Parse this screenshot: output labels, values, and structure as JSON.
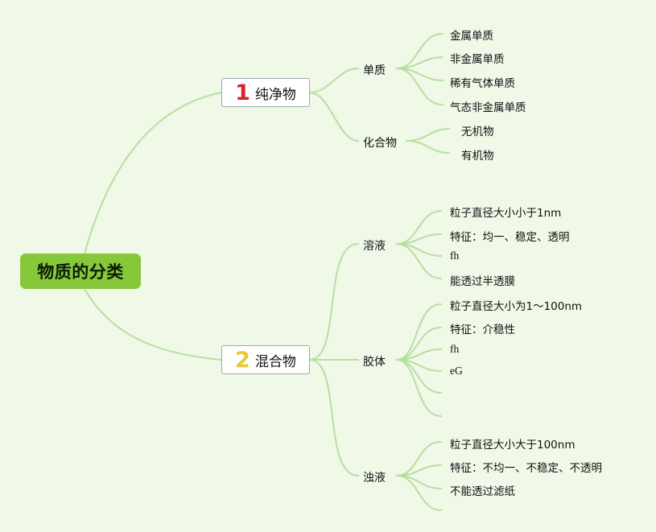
{
  "root": {
    "label": "物质的分类"
  },
  "branches": [
    {
      "number": "1",
      "label": "纯净物",
      "children": [
        {
          "label": "单质",
          "items": [
            "金属单质",
            "非金属单质",
            "稀有气体单质",
            "气态非金属单质"
          ]
        },
        {
          "label": "化合物",
          "items": [
            "无机物",
            "有机物"
          ]
        }
      ]
    },
    {
      "number": "2",
      "label": "混合物",
      "children": [
        {
          "label": "溶液",
          "items": [
            "粒子直径大小小于1nm",
            "特征：均一、稳定、透明",
            "fh",
            "能透过半透膜"
          ]
        },
        {
          "label": "胶体",
          "items": [
            "粒子直径大小为1～100nm",
            "特征：介稳性",
            "fh",
            "eG",
            "",
            ""
          ]
        },
        {
          "label": "浊液",
          "items": [
            "粒子直径大小大于100nm",
            "特征：不均一、不稳定、不透明",
            "不能透过滤纸",
            ""
          ]
        }
      ]
    }
  ],
  "colors": {
    "background": "#f0f8e8",
    "root_fill": "#86c83a",
    "connector": "#b6e0a0",
    "number_1": "#d4262c",
    "number_2": "#e7c93a"
  }
}
